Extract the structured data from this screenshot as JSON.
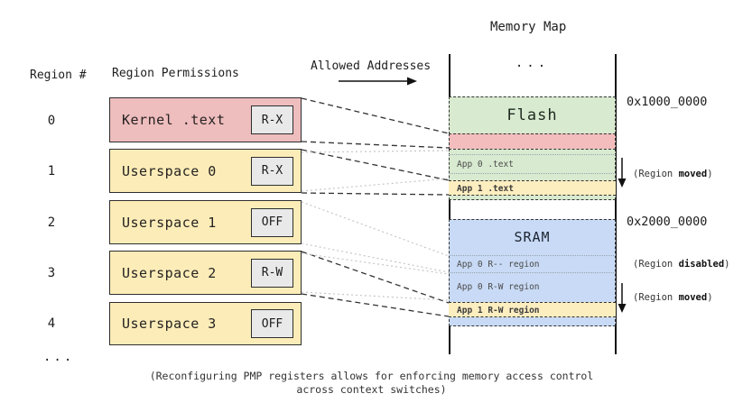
{
  "headers": {
    "region_number": "Region #",
    "region_permissions": "Region Permissions",
    "allowed_addresses": "Allowed Addresses",
    "memory_map": "Memory Map"
  },
  "regions": [
    {
      "number": "0",
      "label": "Kernel .text",
      "permission": "R-X"
    },
    {
      "number": "1",
      "label": "Userspace 0",
      "permission": "R-X"
    },
    {
      "number": "2",
      "label": "Userspace 1",
      "permission": "OFF"
    },
    {
      "number": "3",
      "label": "Userspace 2",
      "permission": "R-W"
    },
    {
      "number": "4",
      "label": "Userspace 3",
      "permission": "OFF"
    }
  ],
  "regions_ellipsis": "...",
  "memory_map": {
    "top_ellipsis": "...",
    "flash_label": "Flash",
    "app0_text_label": "App 0 .text",
    "app1_text_label": "App 1 .text",
    "sram_label": "SRAM",
    "app0_r_label": "App 0 R-- region",
    "app0_rw_label": "App 0 R-W region",
    "app1_rw_label": "App 1 R-W region",
    "flash_address": "0x1000_0000",
    "sram_address": "0x2000_0000"
  },
  "annotations": {
    "moved_top": {
      "prefix": "(Region ",
      "bold": "moved",
      "suffix": ")"
    },
    "disabled": {
      "prefix": "(Region ",
      "bold": "disabled",
      "suffix": ")"
    },
    "moved_bottom": {
      "prefix": "(Region ",
      "bold": "moved",
      "suffix": ")"
    }
  },
  "caption": {
    "line1": "(Reconfiguring PMP registers allows for enforcing memory access control",
    "line2": "across context switches)"
  },
  "colors": {
    "kernel_pink": "#eebdbd",
    "userspace_yellow": "#fcedb8",
    "flash_green": "#d8ead0",
    "red_strip": "#f3bdbd",
    "sram_blue": "#c8daf5",
    "moved_strip_yellow": "#fdeec0",
    "badge_gray": "#e9e9e9"
  }
}
